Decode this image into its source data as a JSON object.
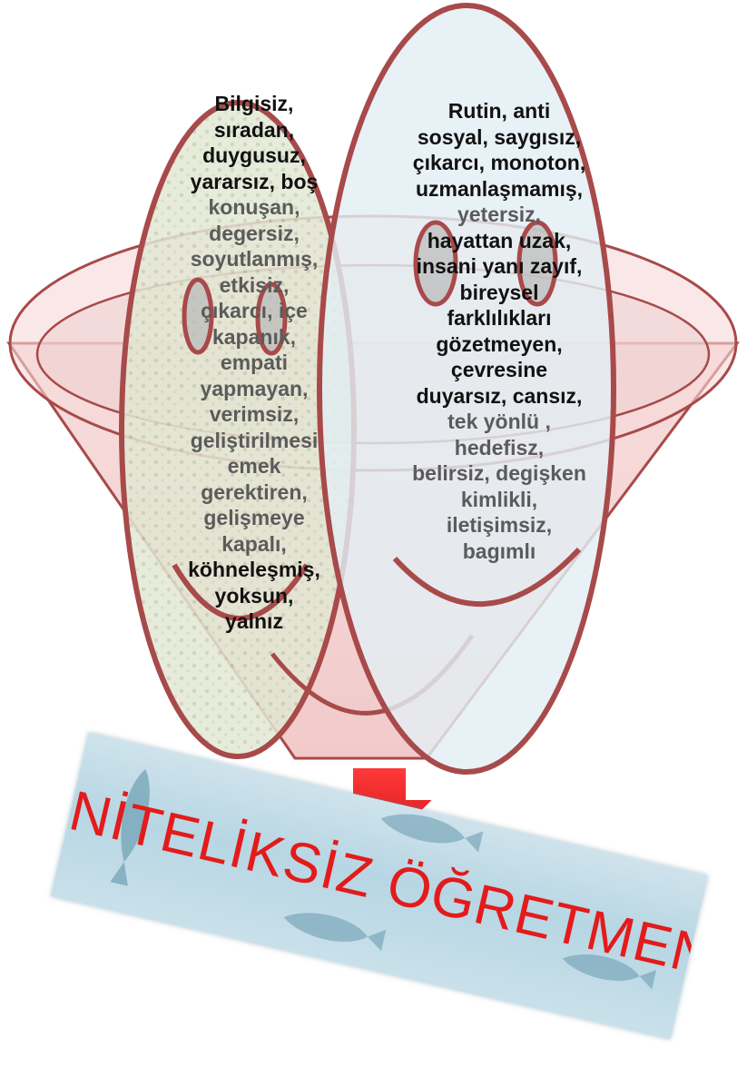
{
  "left_traits": [
    "Bilgisiz,",
    "sıradan,",
    "duygusuz,",
    "yararsız,  boş",
    "konuşan,",
    "degersiz,",
    "soyutlanmış,",
    "etkisiz,",
    "çıkarcı,  içe",
    "kapanık,",
    "empati",
    "yapmayan,",
    "verimsiz,",
    "geliştirilmesi",
    "emek",
    "gerektiren,",
    "gelişmeye",
    "kapalı,",
    "köhneleşmiş,",
    "yoksun,",
    "yalnız"
  ],
  "right_traits": [
    "Rutin,  anti",
    "sosyal, saygısız,",
    "çıkarcı, monoton,",
    "uzmanlaşmamış,",
    "yetersiz,",
    "hayattan uzak,",
    "insani yanı zayıf,",
    "bireysel",
    "farklılıkları",
    "gözetmeyen,",
    "çevresine",
    "duyarsız, cansız,",
    "tek yönlü ,",
    "hedefisz,",
    "belirsiz, degişken",
    "kimlikli,",
    "iletişimsiz,",
    "bagımlı"
  ],
  "result_title": "NİTELİKSİZ ÖĞRETMEN",
  "colors": {
    "outline": "#a84a4a",
    "funnel_fill": "#f4cfcf",
    "arrow": "#e81818",
    "title": "#e31b1b",
    "left_face_fill": "#dfe5cf",
    "right_face_fill": "#e3eef3"
  }
}
